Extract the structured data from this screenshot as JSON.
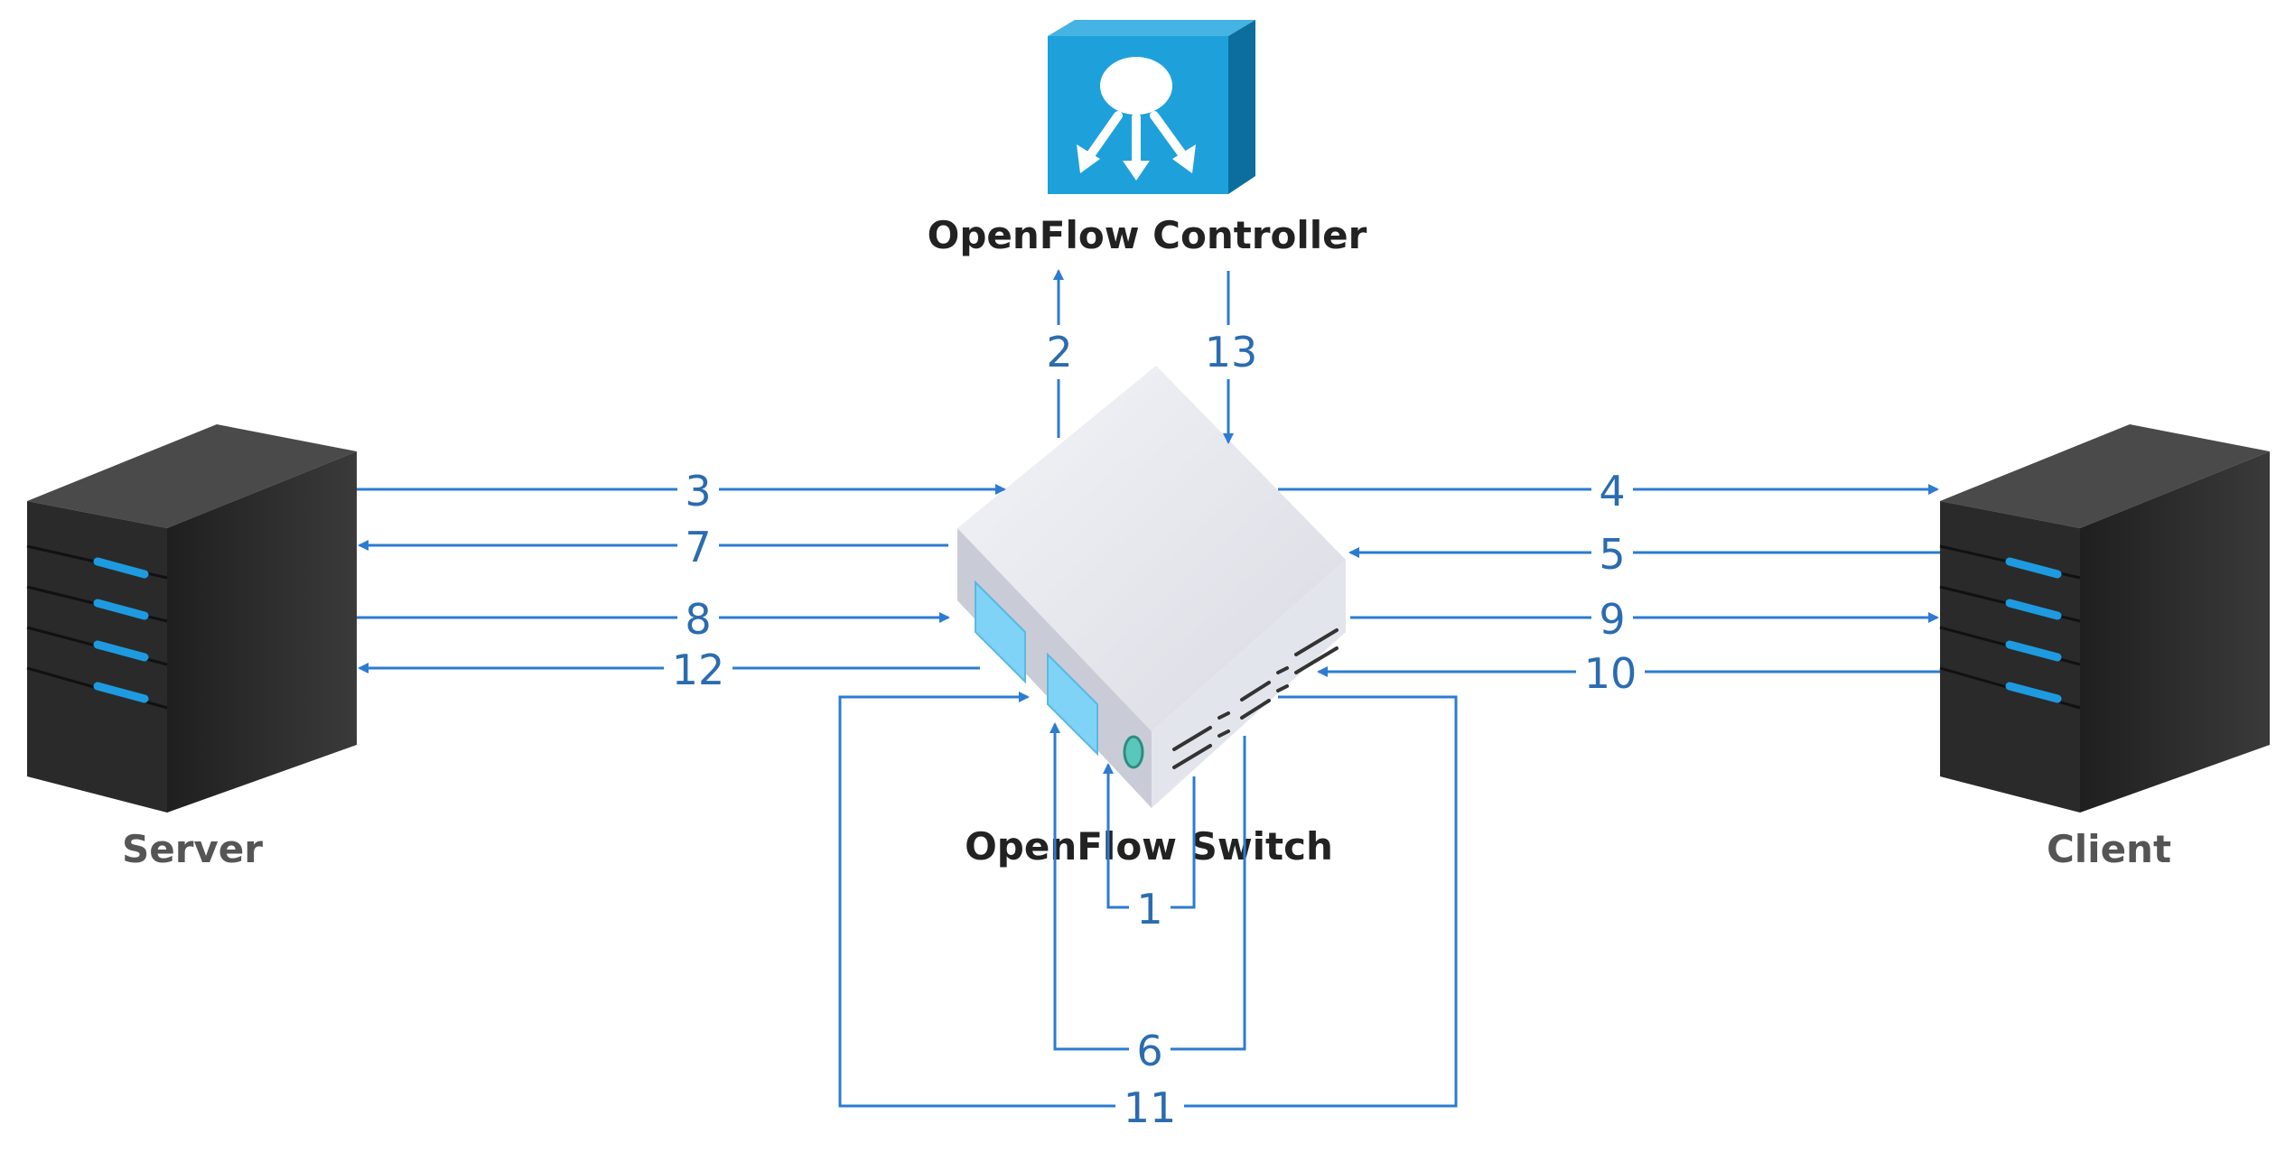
{
  "colors": {
    "flow": "#2c7bd2",
    "controller_face": "#1ea1da",
    "server_body": "#2b2b2b",
    "server_led": "#1e9be0",
    "switch_top": "#e9eaf0",
    "switch_port": "#7fd3f7"
  },
  "nodes": {
    "controller": {
      "label": "OpenFlow Controller",
      "icon": "controller-icon"
    },
    "switch": {
      "label": "OpenFlow Switch",
      "icon": "switch-icon"
    },
    "server": {
      "label": "Server",
      "icon": "server-icon"
    },
    "client": {
      "label": "Client",
      "icon": "server-icon"
    }
  },
  "steps": [
    {
      "id": 1,
      "label": "1",
      "from": "switch",
      "to": "switch"
    },
    {
      "id": 2,
      "label": "2",
      "from": "switch",
      "to": "controller"
    },
    {
      "id": 3,
      "label": "3",
      "from": "server",
      "to": "switch"
    },
    {
      "id": 4,
      "label": "4",
      "from": "switch",
      "to": "client"
    },
    {
      "id": 5,
      "label": "5",
      "from": "client",
      "to": "switch"
    },
    {
      "id": 6,
      "label": "6",
      "from": "switch",
      "to": "switch"
    },
    {
      "id": 7,
      "label": "7",
      "from": "switch",
      "to": "server"
    },
    {
      "id": 8,
      "label": "8",
      "from": "server",
      "to": "switch"
    },
    {
      "id": 9,
      "label": "9",
      "from": "switch",
      "to": "client"
    },
    {
      "id": 10,
      "label": "10",
      "from": "client",
      "to": "switch"
    },
    {
      "id": 11,
      "label": "11",
      "from": "switch",
      "to": "switch"
    },
    {
      "id": 12,
      "label": "12",
      "from": "switch",
      "to": "server"
    },
    {
      "id": 13,
      "label": "13",
      "from": "controller",
      "to": "switch"
    }
  ]
}
